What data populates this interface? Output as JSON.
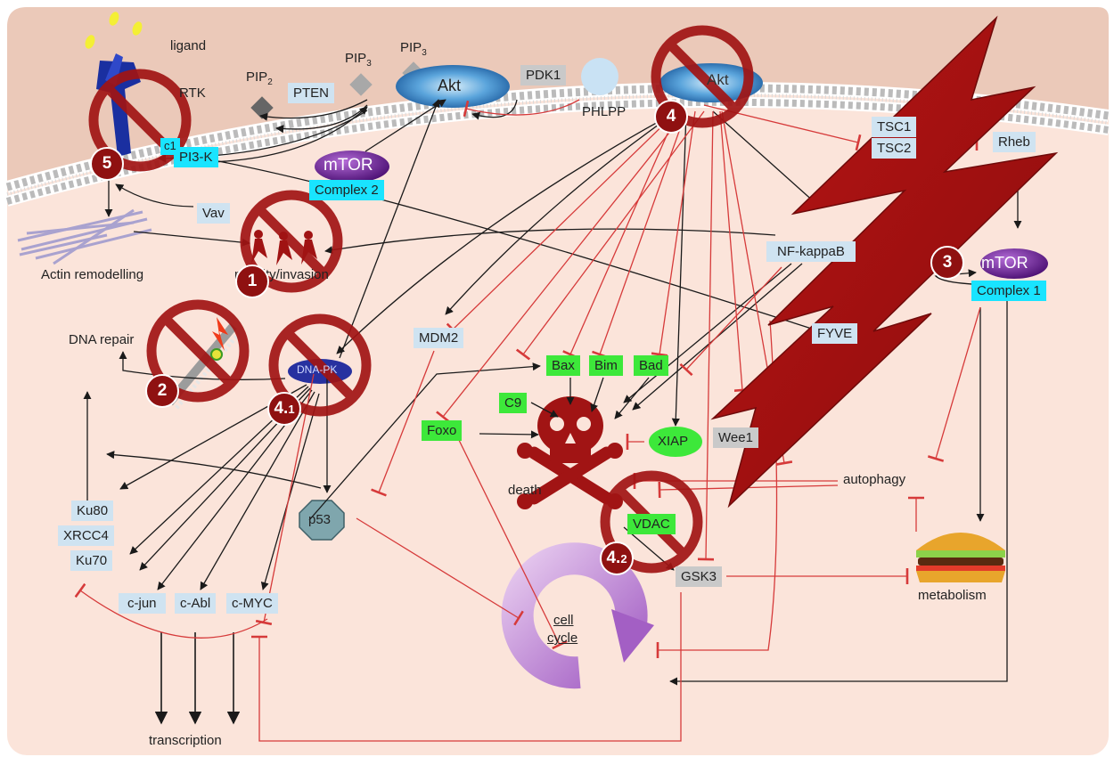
{
  "labels": {
    "ligand": "ligand",
    "rtk": "RTK",
    "pip2": "PIP",
    "pip2_sub": "2",
    "pip3_a": "PIP",
    "pip3_a_sub": "3",
    "pip3_b": "PIP",
    "pip3_b_sub": "3",
    "pten": "PTEN",
    "akt_main": "Akt",
    "akt_second": "Akt",
    "pdk1": "PDK1",
    "phlpp": "PHLPP",
    "pi3k": "PI3-K",
    "rac1_fragment": "c1",
    "mtor2_top": "mTOR",
    "mtor2_bottom": "Complex 2",
    "vav": "Vav",
    "actin": "Actin remodelling",
    "motility": "motility/invasion",
    "tsc1": "TSC1",
    "tsc2": "TSC2",
    "rheb": "Rheb",
    "nfkb": "NF-kappaB",
    "mtor1_top": "mTOR",
    "mtor1_bottom": "Complex 1",
    "fyve": "FYVE",
    "mdm2": "MDM2",
    "dna_repair": "DNA repair",
    "dnapk": "DNA-PK",
    "bax": "Bax",
    "bim": "Bim",
    "bad": "Bad",
    "c9": "C9",
    "foxo": "Foxo",
    "xiap": "XIAP",
    "wee1": "Wee1",
    "death": "death",
    "autophagy": "autophagy",
    "vdac": "VDAC",
    "gsk3": "GSK3",
    "p53": "p53",
    "ku80": "Ku80",
    "xrcc4": "XRCC4",
    "ku70": "Ku70",
    "cjun": "c-jun",
    "cabl": "c-Abl",
    "cmyc": "c-MYC",
    "cell_cycle_1": "cell",
    "cell_cycle_2": "cycle",
    "metabolism": "metabolism",
    "transcription": "transcription"
  },
  "badges": {
    "b1": "1",
    "b2": "2",
    "b3": "3",
    "b4": "4",
    "b41_main": "4.",
    "b41_sub": "1",
    "b42_main": "4.",
    "b42_sub": "2",
    "b5": "5"
  },
  "colors": {
    "background": "#fbe4da",
    "membrane": "#ebc9b9",
    "activation": "#1a1a1a",
    "inhibition": "#d63a3a",
    "prohibition": "#a11414",
    "box_blue": "#cfe3f1",
    "box_green": "#3de83a",
    "box_grey": "#c9c9c9",
    "box_cyan": "#19e4ff",
    "mtor_purple": "#6a1b9a",
    "akt_blue": "#4f9bd8"
  },
  "icons": [
    "no-sign-icon",
    "skull-crossbones-icon",
    "burger-icon",
    "dna-helix-icon",
    "cell-cycle-arrow-icon",
    "lightning-bolt-icon",
    "receptor-icon",
    "actin-filament-icon",
    "running-people-icon"
  ]
}
